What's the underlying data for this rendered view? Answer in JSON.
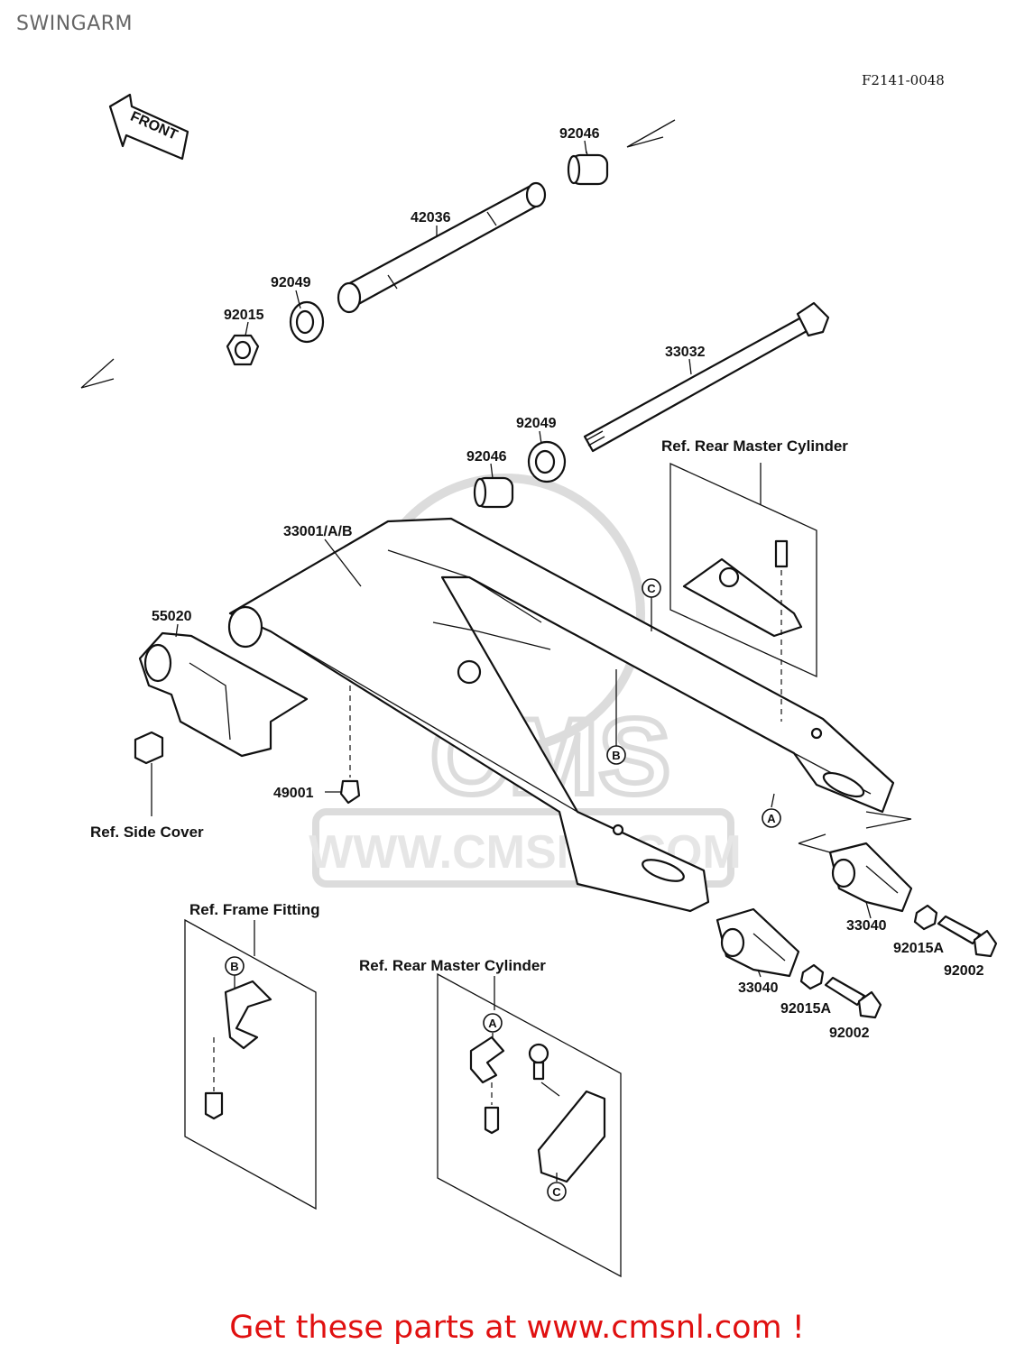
{
  "title": "SWINGARM",
  "diagram_code": "F2141-0048",
  "front_arrow_label": "FRONT",
  "watermark": "WWW.CMSNL.COM",
  "watermark_logo": "CMS",
  "parts": {
    "p92046_top": "92046",
    "p42036": "42036",
    "p92049_top": "92049",
    "p92015": "92015",
    "p33032": "33032",
    "p92049_mid": "92049",
    "p92046_mid": "92046",
    "p33001": "33001/A/B",
    "p55020": "55020",
    "p49001": "49001",
    "p33040_right": "33040",
    "p92015A_right": "92015A",
    "p92002_right": "92002",
    "p33040_left": "33040",
    "p92015A_left": "92015A",
    "p92002_left": "92002"
  },
  "refs": {
    "rear_master_top": "Ref. Rear Master Cylinder",
    "side_cover": "Ref. Side Cover",
    "frame_fitting": "Ref. Frame Fitting",
    "rear_master_bottom": "Ref. Rear Master Cylinder"
  },
  "markers": {
    "a": "A",
    "b": "B",
    "c": "C"
  },
  "cta": "Get these parts at www.cmsnl.com !"
}
